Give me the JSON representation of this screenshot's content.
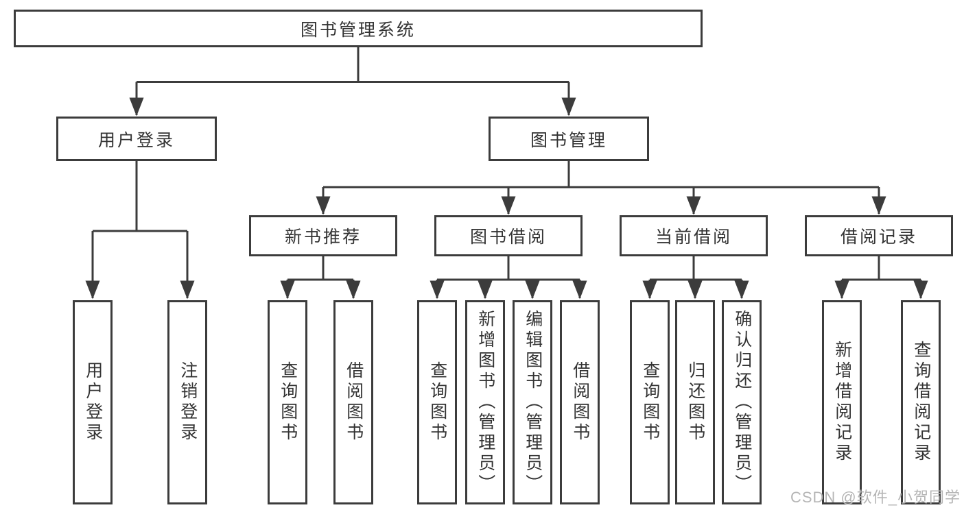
{
  "diagram": {
    "root": {
      "label": "图书管理系统"
    },
    "branches": {
      "user_login": {
        "label": "用户登录",
        "children": [
          "用户登录",
          "注销登录"
        ]
      },
      "book_mgmt": {
        "label": "图书管理",
        "children": {
          "new_books": {
            "label": "新书推荐",
            "children": [
              "查询图书",
              "借阅图书"
            ]
          },
          "borrow": {
            "label": "图书借阅",
            "children": [
              "查询图书",
              "新增图书（管理员）",
              "编辑图书（管理员）",
              "借阅图书"
            ]
          },
          "current": {
            "label": "当前借阅",
            "children": [
              "查询图书",
              "归还图书",
              "确认归还（管理员）"
            ]
          },
          "records": {
            "label": "借阅记录",
            "children": [
              "新增借阅记录",
              "查询借阅记录"
            ]
          }
        }
      }
    }
  },
  "watermark": {
    "text": "CSDN @软件_小贺同学"
  },
  "colors": {
    "line": "#3c3c3c",
    "text": "#333333",
    "background": "#ffffff",
    "watermark": "#b5b5b5"
  }
}
